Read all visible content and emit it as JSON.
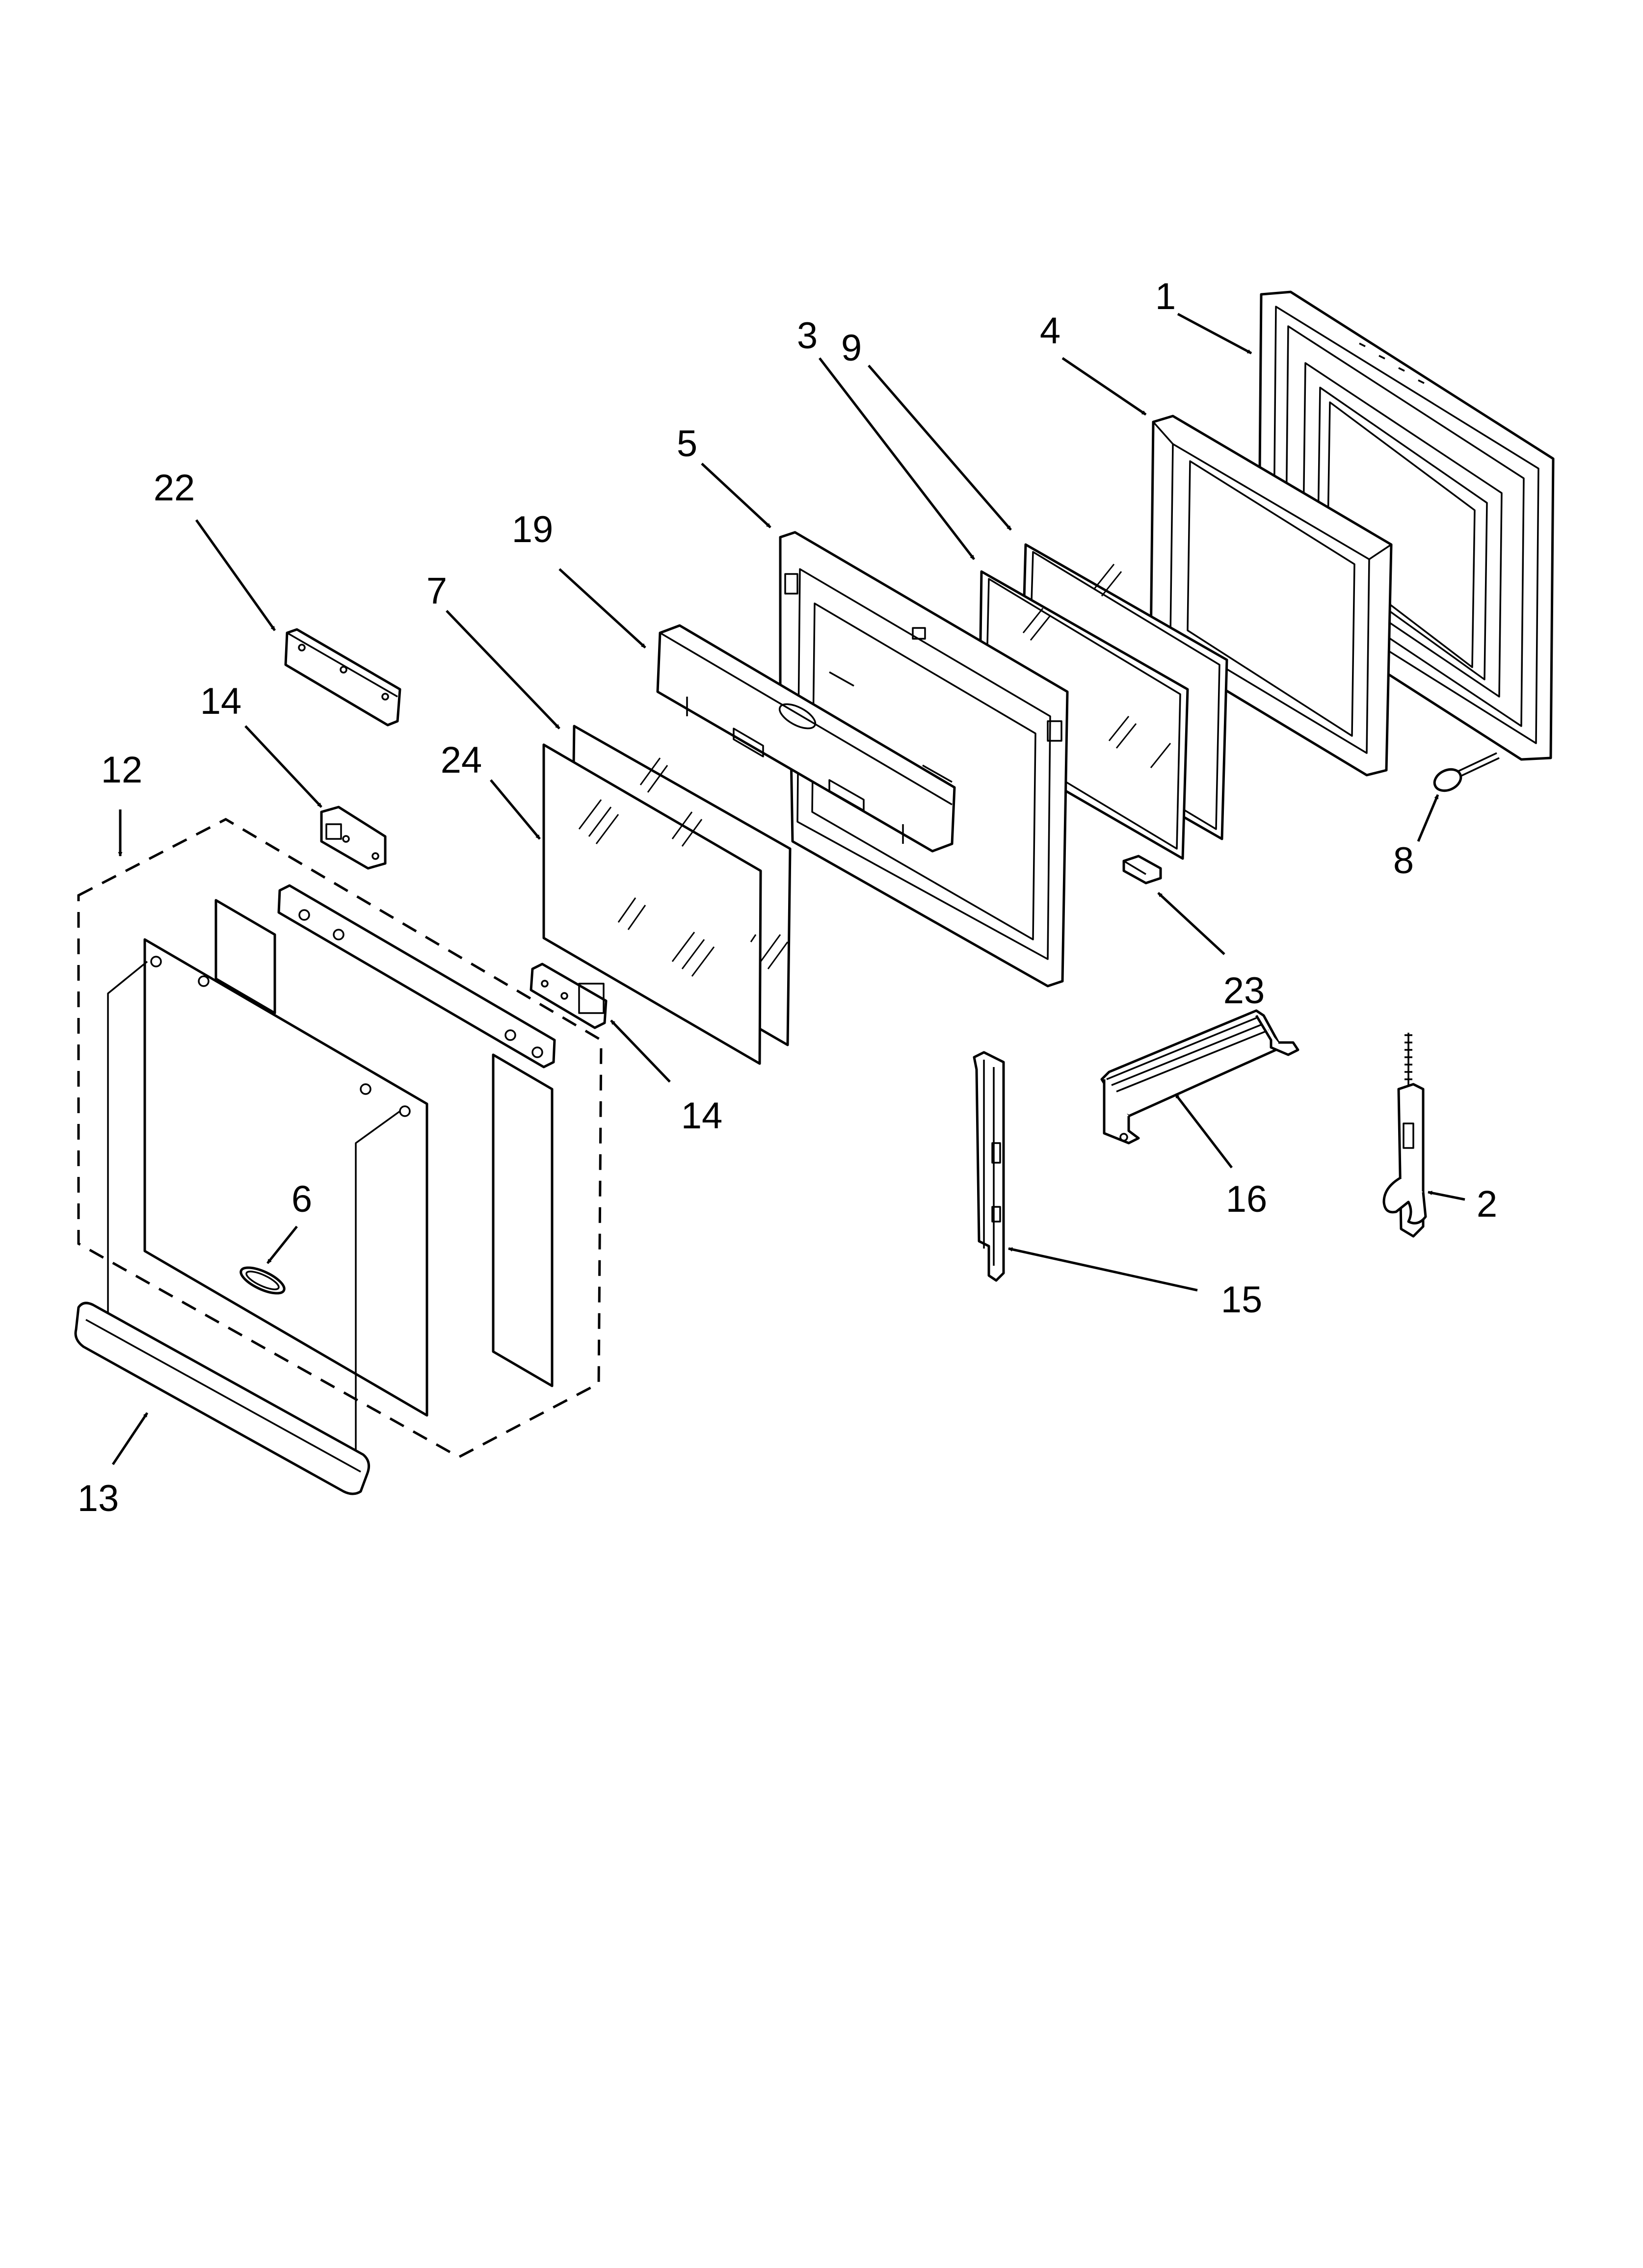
{
  "callouts": [
    {
      "id": "1",
      "label": "1"
    },
    {
      "id": "2",
      "label": "2"
    },
    {
      "id": "3",
      "label": "3"
    },
    {
      "id": "4",
      "label": "4"
    },
    {
      "id": "5",
      "label": "5"
    },
    {
      "id": "6",
      "label": "6"
    },
    {
      "id": "7",
      "label": "7"
    },
    {
      "id": "8",
      "label": "8"
    },
    {
      "id": "9",
      "label": "9"
    },
    {
      "id": "12",
      "label": "12"
    },
    {
      "id": "13",
      "label": "13"
    },
    {
      "id": "14a",
      "label": "14"
    },
    {
      "id": "14b",
      "label": "14"
    },
    {
      "id": "15",
      "label": "15"
    },
    {
      "id": "16",
      "label": "16"
    },
    {
      "id": "19",
      "label": "19"
    },
    {
      "id": "22",
      "label": "22"
    },
    {
      "id": "23",
      "label": "23"
    },
    {
      "id": "24",
      "label": "24"
    }
  ]
}
